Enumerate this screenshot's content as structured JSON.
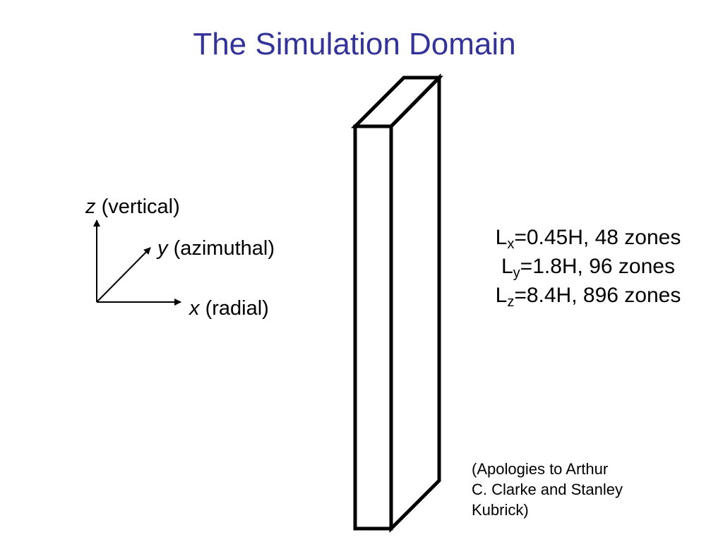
{
  "slide": {
    "title": "The Simulation Domain",
    "title_color": "#333399"
  },
  "axes": {
    "z": {
      "var": "z",
      "desc": "(vertical)"
    },
    "y": {
      "var": "y",
      "desc": "(azimuthal)"
    },
    "x": {
      "var": "x",
      "desc": "(radial)"
    }
  },
  "dimensions": [
    {
      "base": "L",
      "sub": "x",
      "rest": "=0.45H, 48 zones"
    },
    {
      "base": "L",
      "sub": "y",
      "rest": "=1.8H, 96 zones"
    },
    {
      "base": "L",
      "sub": "z",
      "rest": "=8.4H, 896 zones"
    }
  ],
  "note": {
    "line1": "(Apologies to Arthur",
    "line2": "C. Clarke and Stanley",
    "line3": "Kubrick)"
  }
}
